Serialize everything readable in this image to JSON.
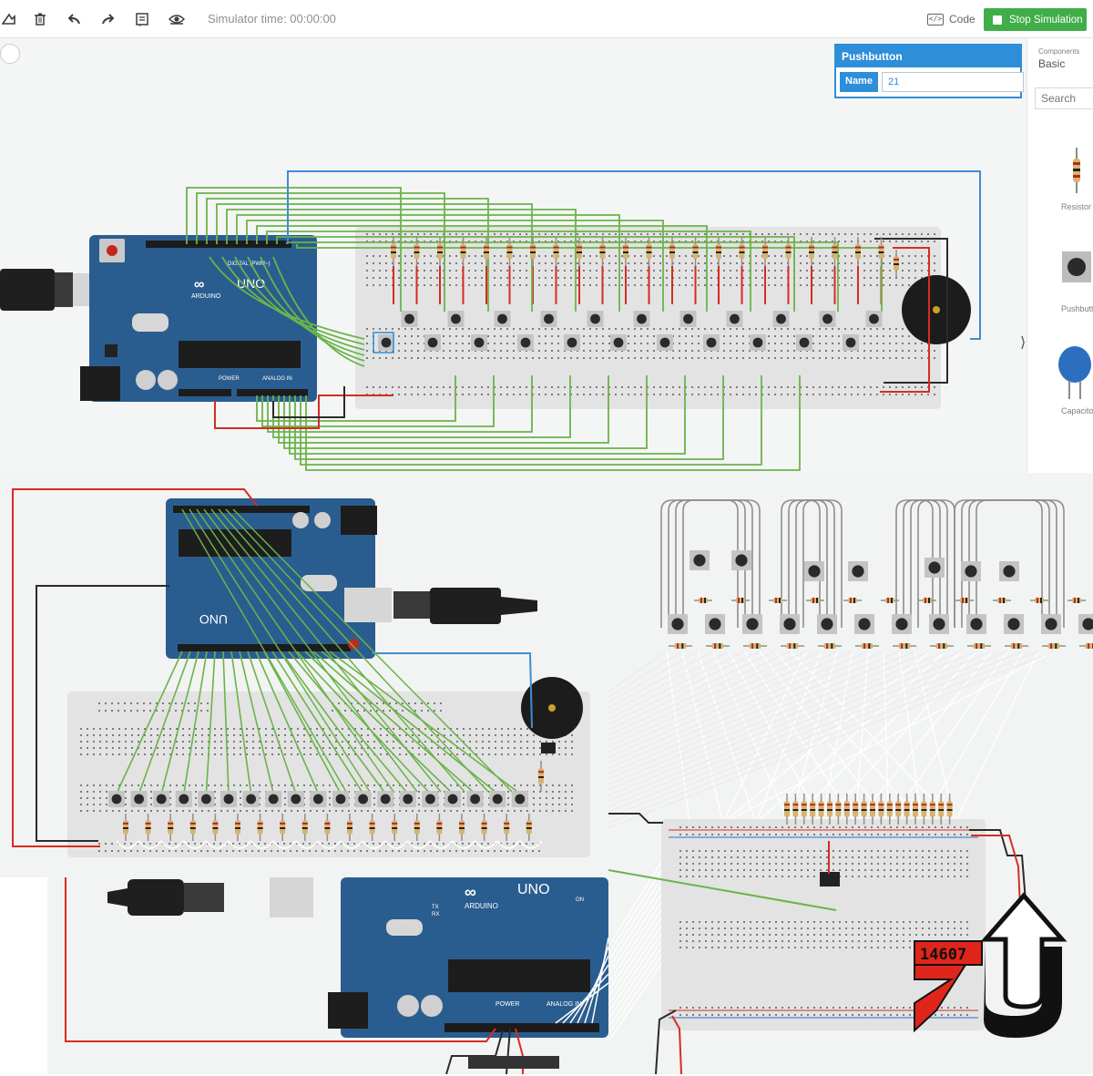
{
  "toolbar": {
    "simulator_time": "Simulator time: 00:00:00",
    "code_label": "Code",
    "code_icon_text": "</>",
    "stop_label": "Stop Simulation",
    "icons": [
      "rotate-icon",
      "delete-icon",
      "undo-icon",
      "redo-icon",
      "notes-icon",
      "visibility-icon"
    ]
  },
  "inspector": {
    "title": "Pushbutton",
    "name_label": "Name",
    "name_value": "21"
  },
  "components": {
    "header": "Components",
    "category": "Basic",
    "search_placeholder": "Search",
    "items": [
      "Resistor",
      "Pushbutton",
      "Capacitor"
    ]
  },
  "board_labels": {
    "uno": "UNO",
    "arduino": "ARDUINO",
    "digital": "DIGITAL (PWM~)",
    "power": "POWER",
    "analog_in": "ANALOG IN",
    "tx": "TX",
    "rx": "RX",
    "on": "ON"
  },
  "logo": {
    "team_number": "14607"
  },
  "colors": {
    "wire_green": "#6bb34a",
    "wire_blue": "#3d8fd1",
    "wire_red": "#d62c24",
    "wire_black": "#2b2b2b",
    "board_blue": "#2a5d8f",
    "stop_green": "#3fae49",
    "accent_blue": "#2e8ed8",
    "logo_red": "#e0251b"
  }
}
